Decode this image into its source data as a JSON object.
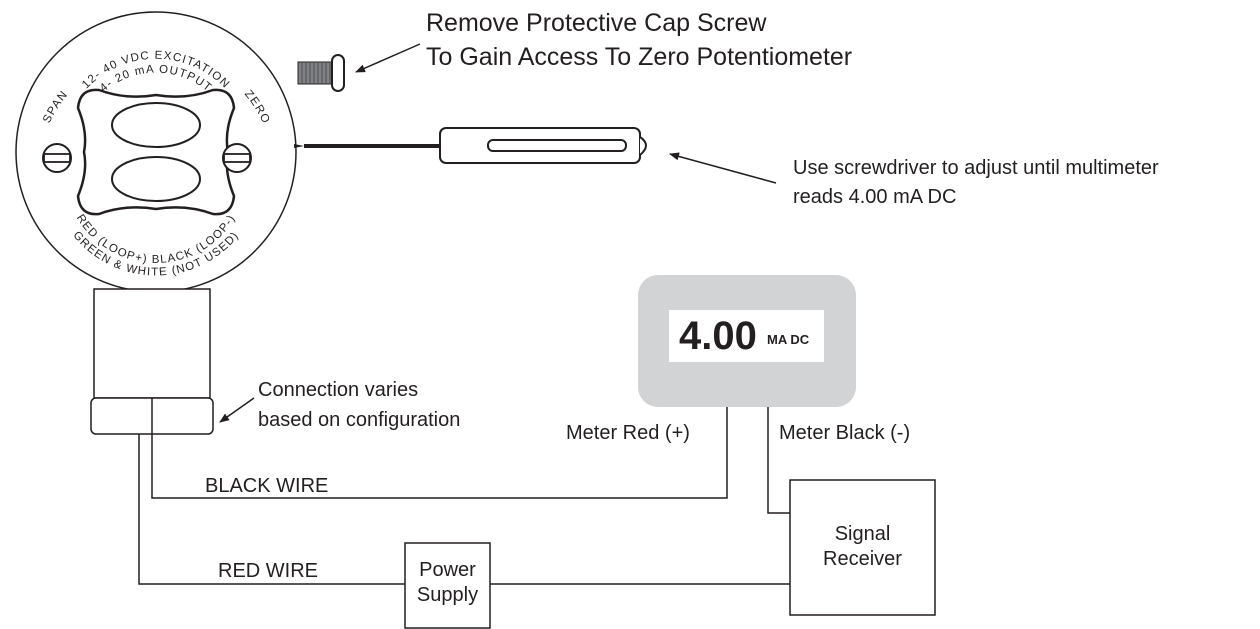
{
  "callouts": {
    "cap_screw_line1": "Remove Protective Cap Screw",
    "cap_screw_line2": "To Gain Access To Zero Potentiometer",
    "screwdriver_line1": "Use screwdriver to adjust until multimeter",
    "screwdriver_line2": "reads 4.00 mA DC",
    "connection_line1": "Connection varies",
    "connection_line2": "based on configuration"
  },
  "dial": {
    "top_line1": "12- 40 VDC EXCITATION",
    "top_line2": "4- 20 mA OUTPUT",
    "span": "SPAN",
    "zero": "ZERO",
    "bottom_line1": "RED (LOOP+) BLACK (LOOP-)",
    "bottom_line2": "GREEN & WHITE (NOT USED)"
  },
  "meter": {
    "value": "4.00",
    "unit": "MA DC",
    "red_lead": "Meter Red (+)",
    "black_lead": "Meter Black (-)"
  },
  "wires": {
    "black": "BLACK WIRE",
    "red": "RED WIRE"
  },
  "power_supply": {
    "line1": "Power",
    "line2": "Supply"
  },
  "signal_receiver": {
    "line1": "Signal",
    "line2": "Receiver"
  }
}
